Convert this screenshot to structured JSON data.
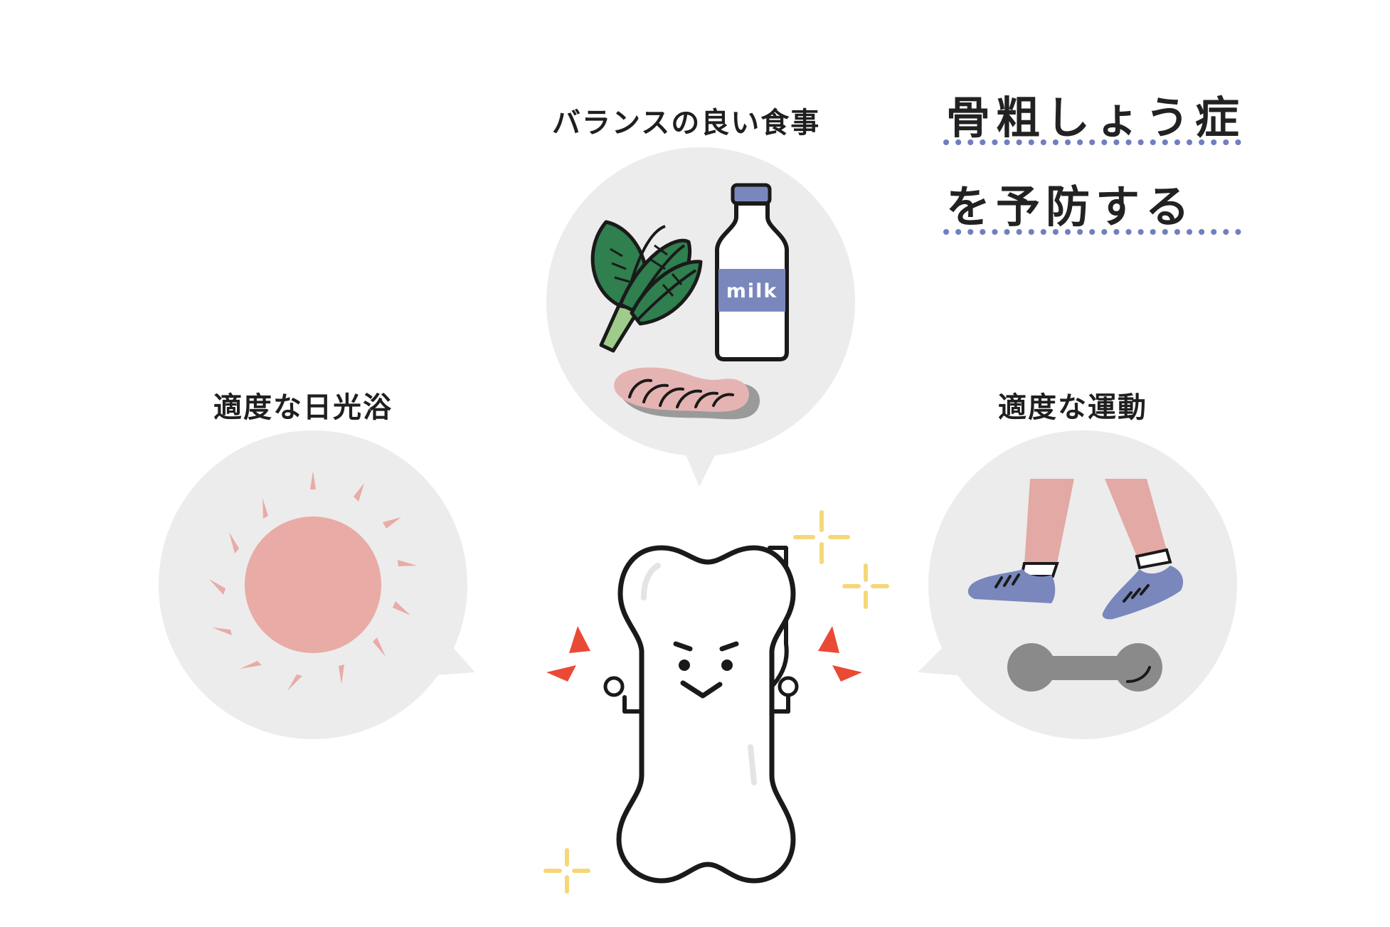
{
  "title": {
    "line1": "骨粗しょう症",
    "line2": "を予防する"
  },
  "items": {
    "food": {
      "label": "バランスの良い食事",
      "milk_label": "milk"
    },
    "sun": {
      "label": "適度な日光浴"
    },
    "exercise": {
      "label": "適度な運動"
    }
  },
  "colors": {
    "bubble": "#ececec",
    "sun": "#e9aba6",
    "leaf": "#2f7f4f",
    "stem": "#9fcc8a",
    "milk_band": "#7a87bd",
    "meat": "#e5b4b2",
    "shoe": "#7a87bd",
    "leg": "#e3a9a4",
    "dumbbell": "#8a8a8a",
    "sparkle": "#f5d77a",
    "burst": "#ea4a35",
    "title_dots": "#6f7fbf",
    "outline": "#1a1a1a"
  }
}
